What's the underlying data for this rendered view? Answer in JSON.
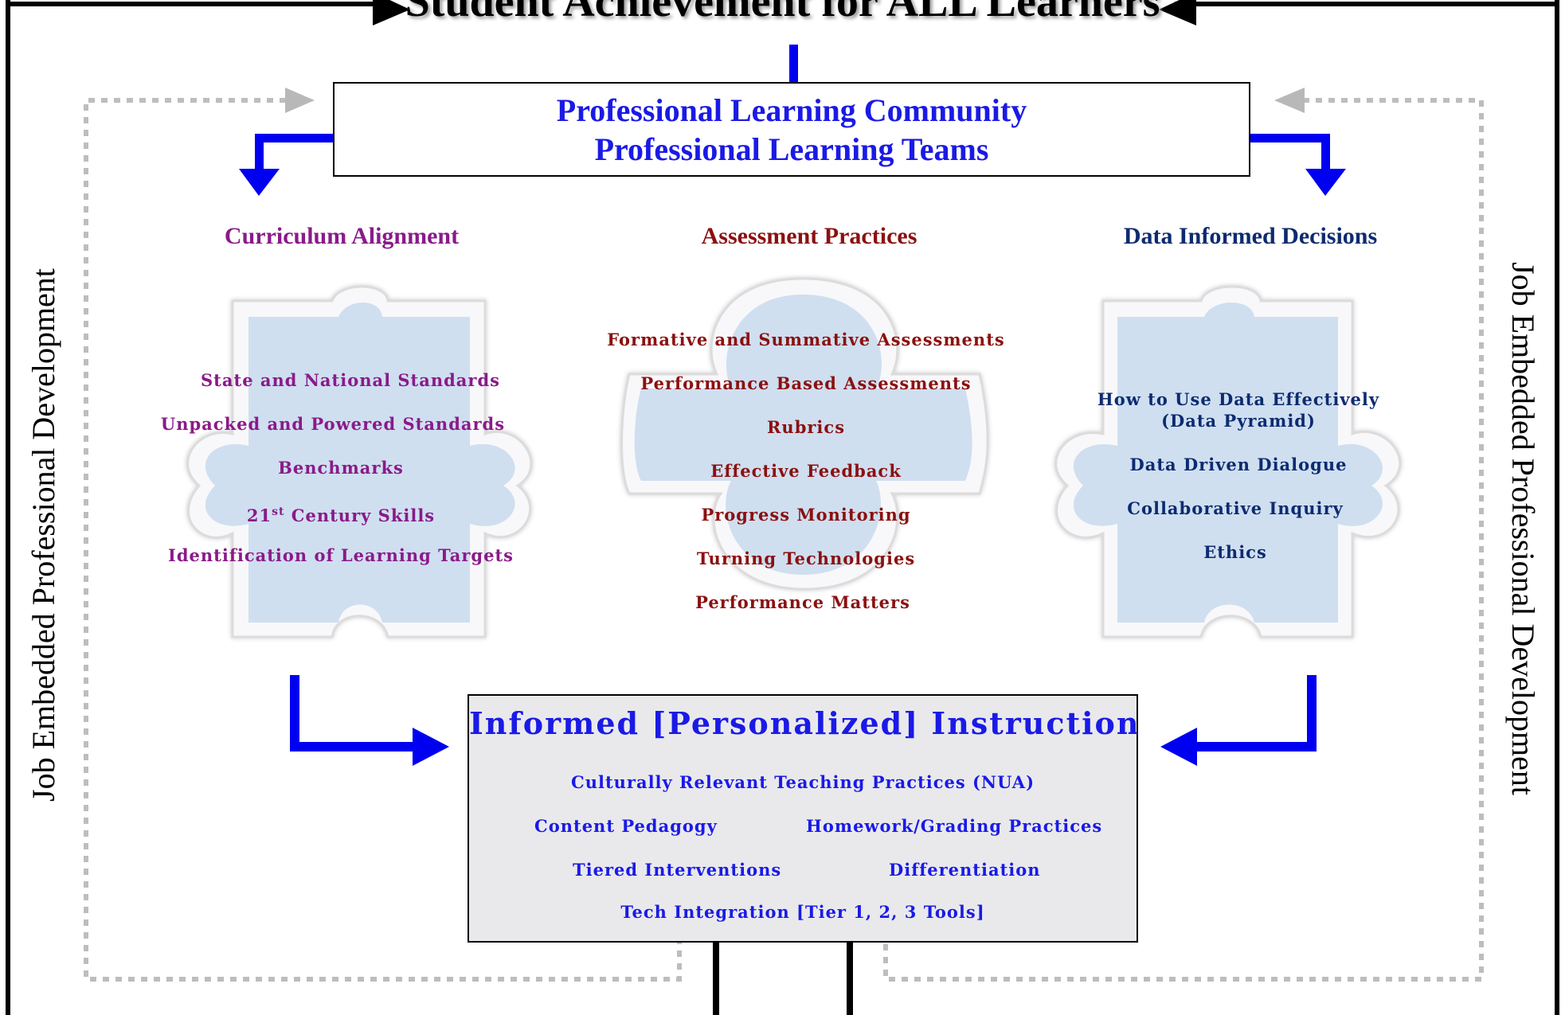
{
  "title": "Student Achievement for ALL Learners",
  "plc": {
    "line1": "Professional Learning Community",
    "line2": "Professional Learning Teams"
  },
  "side_label": "Job Embedded Professional Development",
  "columns": [
    {
      "heading": "Curriculum Alignment",
      "color": "#8a1a8a",
      "items": [
        "State and National Standards",
        "Unpacked and Powered Standards",
        "Benchmarks",
        "21",
        "st",
        "Century Skills",
        "Identification of Learning Targets"
      ]
    },
    {
      "heading": "Assessment Practices",
      "color": "#8b1010",
      "items": [
        "Formative and Summative Assessments",
        "Performance Based Assessments",
        "Rubrics",
        "Effective Feedback",
        "Progress Monitoring",
        "Turning Technologies",
        "Performance Matters"
      ]
    },
    {
      "heading": "Data Informed Decisions",
      "color": "#0d2b70",
      "items": [
        "How to Use Data Effectively",
        "(Data Pyramid)",
        "Data Driven Dialogue",
        "Collaborative Inquiry",
        "Ethics"
      ]
    }
  ],
  "instruction": {
    "title": "Informed [Personalized] Instruction",
    "items": [
      "Culturally Relevant Teaching Practices (NUA)",
      "Content Pedagogy",
      "Homework/Grading Practices",
      "Tiered Interventions",
      "Differentiation",
      "Tech Integration [Tier 1, 2, 3 Tools]"
    ]
  },
  "colors": {
    "accent_blue": "#0000f0",
    "text_blue": "#1a1ae6",
    "puzzle_fill": "#cfdff0",
    "dashed_gray": "#bdbdbd"
  }
}
